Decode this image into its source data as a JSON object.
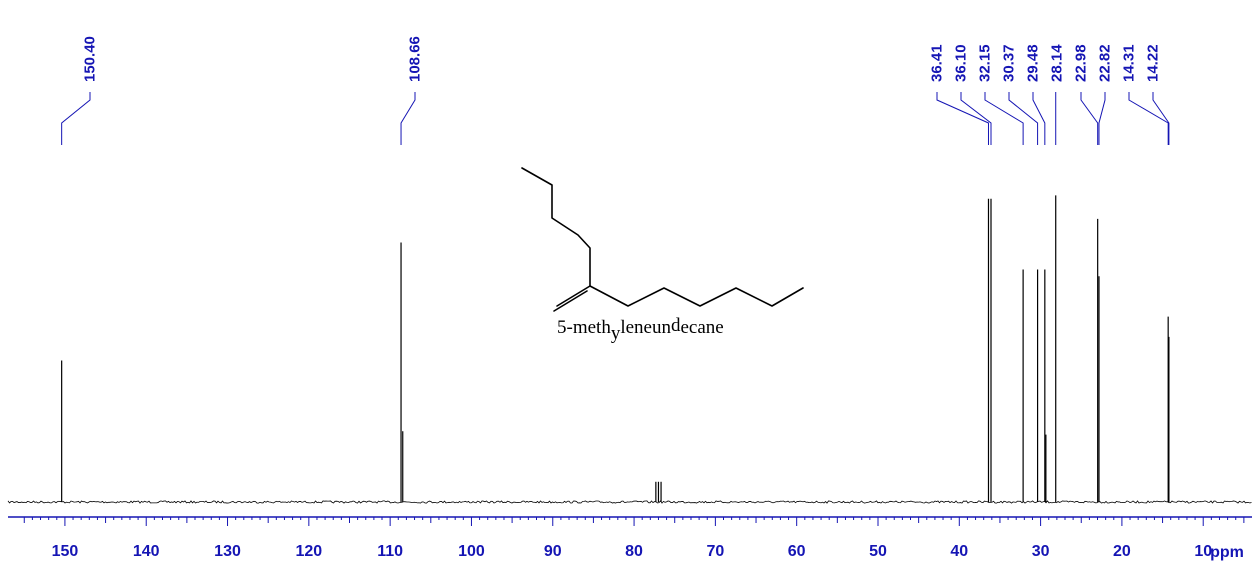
{
  "chart_data": {
    "type": "line",
    "title": "",
    "xlabel": "ppm",
    "ylabel": "",
    "x_reversed": true,
    "xlim": [
      157,
      4
    ],
    "ylim": [
      0,
      1.0
    ],
    "grid": false,
    "x_ticks": [
      150,
      140,
      130,
      120,
      110,
      100,
      90,
      80,
      70,
      60,
      50,
      40,
      30,
      20,
      10
    ],
    "x_tick_labels": [
      "150",
      "140",
      "130",
      "120",
      "110",
      "100",
      "90",
      "80",
      "70",
      "60",
      "50",
      "40",
      "30",
      "20",
      "10"
    ],
    "peak_labels": [
      "150.40",
      "108.66",
      "36.41",
      "36.10",
      "32.15",
      "30.37",
      "29.48",
      "28.14",
      "22.98",
      "22.82",
      "14.31",
      "14.22"
    ],
    "peaks": [
      {
        "ppm": 150.4,
        "intensity": 0.42
      },
      {
        "ppm": 108.66,
        "intensity": 0.77
      },
      {
        "ppm": 108.45,
        "intensity": 0.21
      },
      {
        "ppm": 77.32,
        "intensity": 0.06
      },
      {
        "ppm": 77.0,
        "intensity": 0.06
      },
      {
        "ppm": 76.68,
        "intensity": 0.06
      },
      {
        "ppm": 36.41,
        "intensity": 0.9
      },
      {
        "ppm": 36.1,
        "intensity": 0.9
      },
      {
        "ppm": 32.15,
        "intensity": 0.69
      },
      {
        "ppm": 30.37,
        "intensity": 0.69
      },
      {
        "ppm": 29.48,
        "intensity": 0.69
      },
      {
        "ppm": 29.35,
        "intensity": 0.2
      },
      {
        "ppm": 28.14,
        "intensity": 0.91
      },
      {
        "ppm": 22.98,
        "intensity": 0.84
      },
      {
        "ppm": 22.82,
        "intensity": 0.67
      },
      {
        "ppm": 14.31,
        "intensity": 0.55
      },
      {
        "ppm": 14.22,
        "intensity": 0.49
      }
    ],
    "colors": {
      "spectrum": "#000000",
      "labels": "#1515b4",
      "axis": "#1515b4"
    },
    "annotations": {
      "compound_name_parts": [
        {
          "text": "5-meth",
          "shift": "none"
        },
        {
          "text": "y",
          "shift": "sub"
        },
        {
          "text": "leneun",
          "shift": "none"
        },
        {
          "text": "d",
          "shift": "super"
        },
        {
          "text": "ecane",
          "shift": "none"
        }
      ]
    }
  }
}
